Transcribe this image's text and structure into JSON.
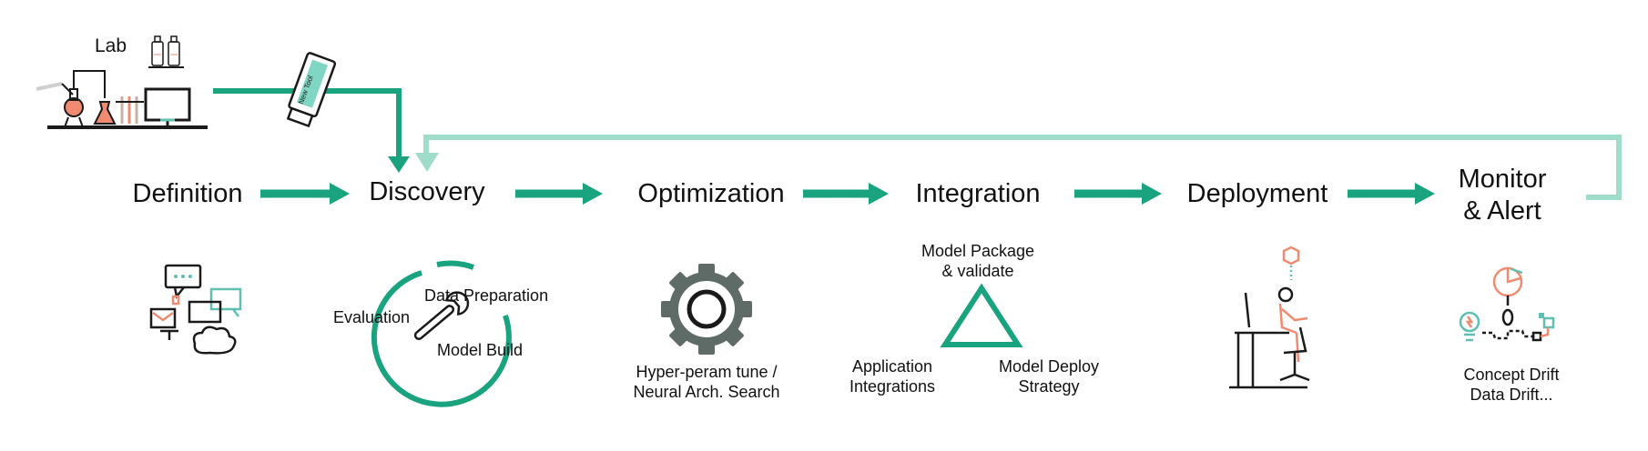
{
  "lab": {
    "label": "Lab"
  },
  "new_tool": {
    "label": "New Tool"
  },
  "stages": [
    {
      "id": "definition",
      "label": "Definition"
    },
    {
      "id": "discovery",
      "label": "Discovery"
    },
    {
      "id": "optimization",
      "label": "Optimization"
    },
    {
      "id": "integration",
      "label": "Integration"
    },
    {
      "id": "deployment",
      "label": "Deployment"
    },
    {
      "id": "monitor",
      "label_line1": "Monitor",
      "label_line2": "& Alert"
    }
  ],
  "discovery_cycle": {
    "data_preparation": "Data Preparation",
    "evaluation": "Evaluation",
    "model_build": "Model Build"
  },
  "optimization_caption": {
    "line1": "Hyper-peram tune /",
    "line2": "Neural Arch. Search"
  },
  "integration_triangle": {
    "top_line1": "Model Package",
    "top_line2": "& validate",
    "left_line1": "Application",
    "left_line2": "Integrations",
    "right_line1": "Model Deploy",
    "right_line2": "Strategy"
  },
  "monitor_caption": {
    "line1": "Concept Drift",
    "line2": "Data Drift..."
  },
  "colors": {
    "primary_green": "#1aa37f",
    "light_green": "#9fdcc9",
    "accent_orange": "#f08b72",
    "accent_teal": "#5fbfb0",
    "gear_gray": "#5f6b67",
    "line_dark": "#1a1a1a"
  }
}
